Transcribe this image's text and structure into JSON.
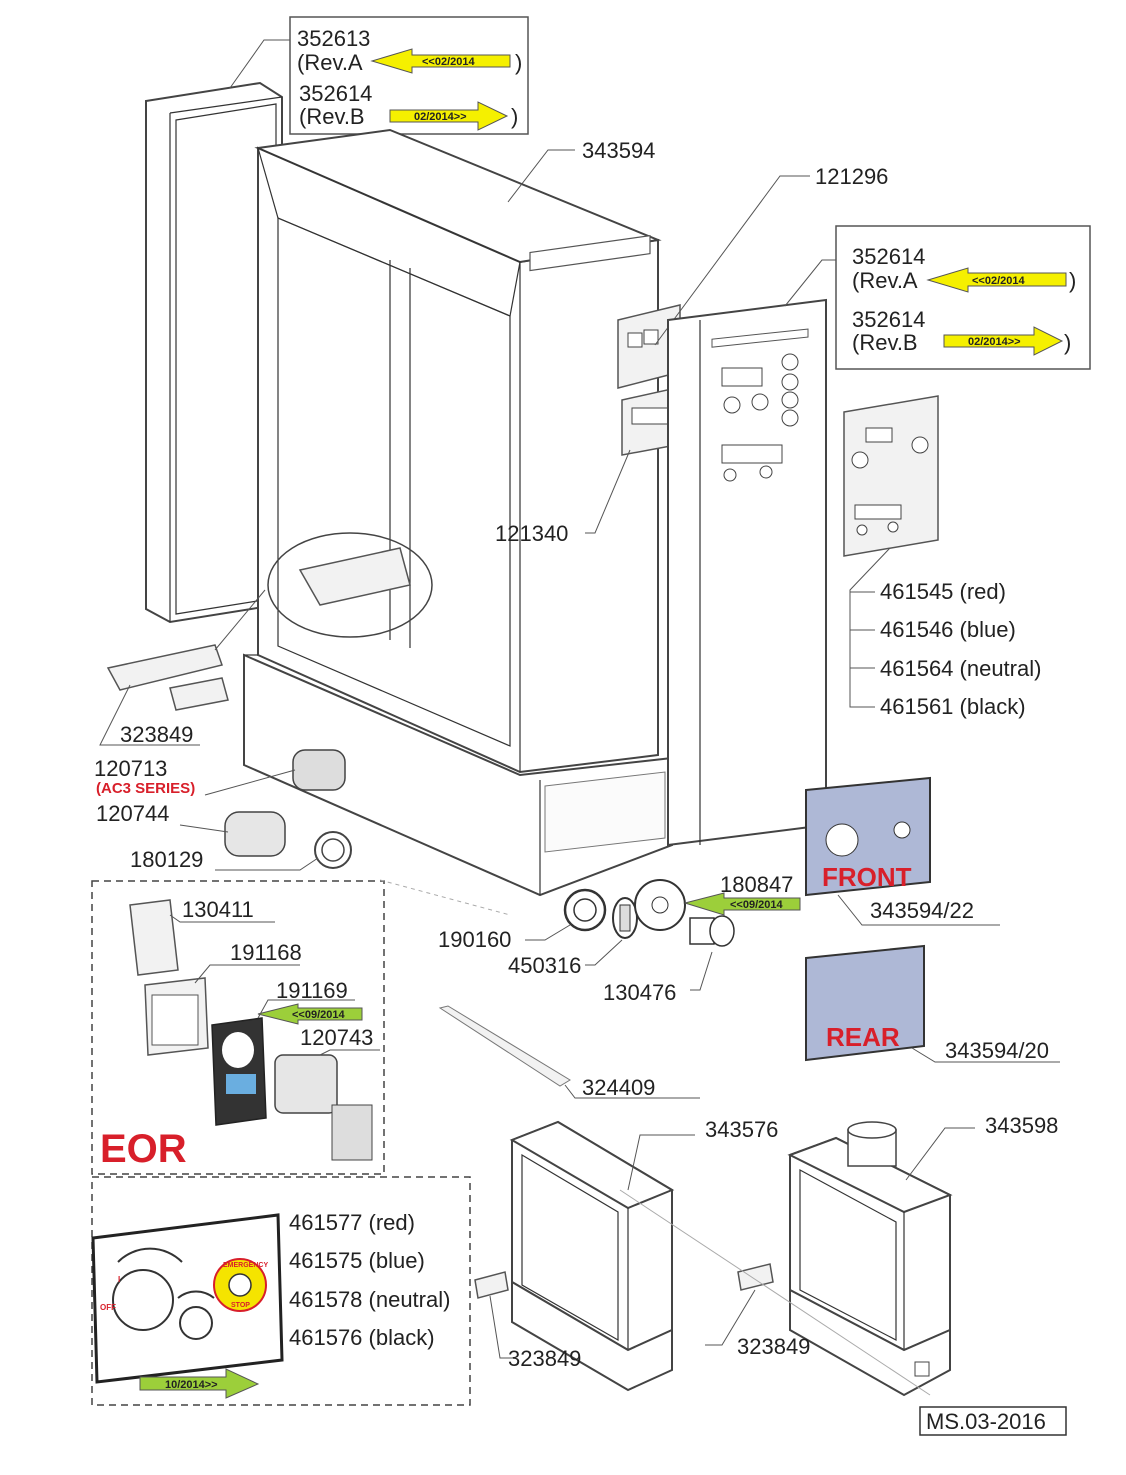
{
  "colors": {
    "yellow_arrow": "#f5f000",
    "green_arrow": "#9ccf3a",
    "label_red": "#d81f2a",
    "panel_blue": "#aeb8d6"
  },
  "labels": {
    "p352613": "352613",
    "p352613_rev": "(Rev.A",
    "p352613_date": "<<02/2014",
    "p352614a": "352614",
    "p352614a_rev": "(Rev.B",
    "p352614a_date": "02/2014>>",
    "close_paren": ")",
    "p343594": "343594",
    "p121296": "121296",
    "p352614b": "352614",
    "p352614b_rev": "(Rev.A",
    "p352614b_date": "<<02/2014",
    "p352614c": "352614",
    "p352614c_rev": "(Rev.B",
    "p352614c_date": "02/2014>>",
    "p121340": "121340",
    "p461545": "461545 (red)",
    "p461546": "461546 (blue)",
    "p461564": "461564 (neutral)",
    "p461561": "461561 (black)",
    "p323849_top": "323849",
    "p120713": "120713",
    "ac3": "(AC3 SERIES)",
    "p120744": "120744",
    "p180129": "180129",
    "p180847": "180847",
    "p180847_date": "<<09/2014",
    "front": "FRONT",
    "p343594_22": "343594/22",
    "p130411": "130411",
    "p191168": "191168",
    "p191169": "191169",
    "p191169_date": "<<09/2014",
    "p120743": "120743",
    "p190160": "190160",
    "p450316": "450316",
    "p130476": "130476",
    "rear": "REAR",
    "p343594_20": "343594/20",
    "p324409": "324409",
    "p343576": "343576",
    "p343598": "343598",
    "eor": "EOR",
    "p461577": "461577 (red)",
    "p461575": "461575 (blue)",
    "p461578": "461578 (neutral)",
    "p461576": "461576 (black)",
    "bottom_date": "10/2014>>",
    "p323849_a": "323849",
    "p323849_b": "323849",
    "doc_code": "MS.03-2016",
    "estop_top": "EMERGENCY",
    "estop_bottom": "STOP",
    "off": "OFF",
    "on": "I"
  }
}
